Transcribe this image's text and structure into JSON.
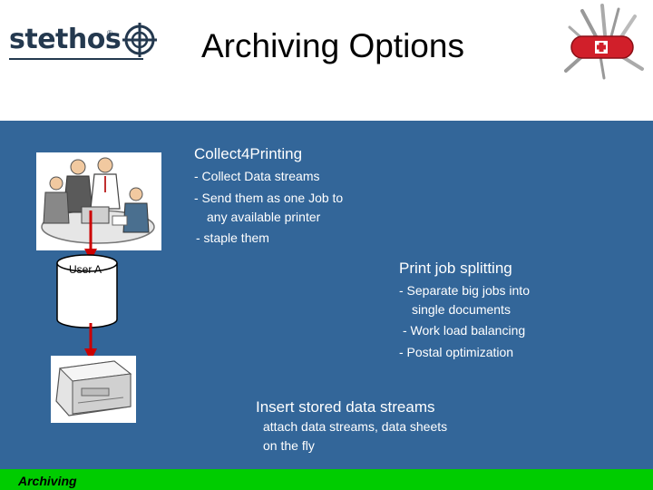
{
  "header": {
    "logo_text": "stethos",
    "logo_registered": "®",
    "title": "Archiving Options"
  },
  "collect": {
    "heading": "Collect4Printing",
    "lines": [
      "- Collect Data streams",
      "- Send them as one Job to",
      "any available printer",
      "- staple them"
    ]
  },
  "splitting": {
    "heading": "Print job splitting",
    "lines": [
      "- Separate big jobs into",
      "single documents",
      "- Work load balancing",
      "- Postal optimization"
    ]
  },
  "insert": {
    "heading": "Insert stored data streams",
    "lines": [
      "attach data streams, data sheets",
      "on the fly"
    ]
  },
  "diagram": {
    "database_label": "User A"
  },
  "footer": {
    "label": "Archiving"
  },
  "colors": {
    "panel": "#336699",
    "footer": "#00cc00",
    "arrow": "#cc0000",
    "logo": "#24394f"
  },
  "icons": [
    "stethos-logo-icon",
    "swiss-knife-icon",
    "people-meeting-icon",
    "database-icon",
    "printer-icon"
  ]
}
